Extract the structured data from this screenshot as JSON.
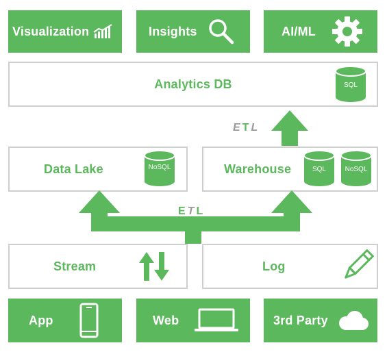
{
  "colors": {
    "green": "#5cb85c",
    "border": "#cfcfcf",
    "etl_gray": "#9a9a9a",
    "etl_green": "#5cb85c"
  },
  "top_row": [
    {
      "label": "Visualization",
      "icon": "bar-chart-icon"
    },
    {
      "label": "Insights",
      "icon": "magnifier-icon"
    },
    {
      "label": "AI/ML",
      "icon": "gear-icon"
    }
  ],
  "analytics_db": {
    "label": "Analytics DB",
    "db_badge": "SQL",
    "icon": "database-icon"
  },
  "etl_upper": {
    "e": "E",
    "t": "T",
    "l": "L"
  },
  "storage": {
    "data_lake": {
      "label": "Data Lake",
      "db_badge": "NoSQL",
      "icon": "database-icon"
    },
    "warehouse": {
      "label": "Warehouse",
      "db_badges": [
        "SQL",
        "NoSQL"
      ],
      "icon": "database-icon"
    }
  },
  "etl_lower": {
    "e": "E",
    "t": "T",
    "l": "L"
  },
  "ingest": [
    {
      "label": "Stream",
      "icon": "bidirectional-arrows-icon"
    },
    {
      "label": "Log",
      "icon": "pencil-icon"
    }
  ],
  "sources": [
    {
      "label": "App",
      "icon": "smartphone-icon"
    },
    {
      "label": "Web",
      "icon": "laptop-icon"
    },
    {
      "label": "3rd Party",
      "icon": "cloud-icon"
    }
  ]
}
